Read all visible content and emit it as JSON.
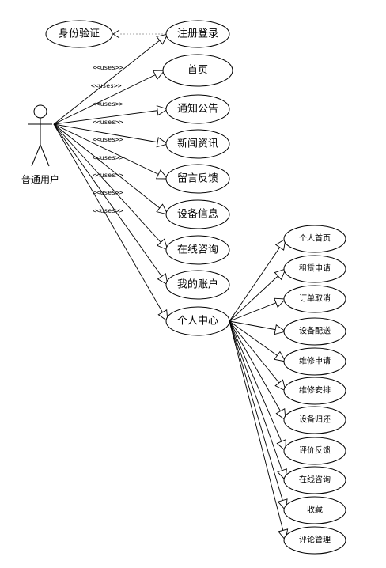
{
  "actor": {
    "label": "普通用户"
  },
  "stereotype": "<<uses>>",
  "verify_case": {
    "label": "身份验证"
  },
  "main_cases": [
    {
      "label": "注册登录"
    },
    {
      "label": "首页"
    },
    {
      "label": "通知公告"
    },
    {
      "label": "新闻资讯"
    },
    {
      "label": "留言反馈"
    },
    {
      "label": "设备信息"
    },
    {
      "label": "在线咨询"
    },
    {
      "label": "我的账户"
    },
    {
      "label": "个人中心"
    }
  ],
  "sub_cases": [
    {
      "label": "个人首页"
    },
    {
      "label": "租赁申请"
    },
    {
      "label": "订单取消"
    },
    {
      "label": "设备配送"
    },
    {
      "label": "维修申请"
    },
    {
      "label": "维修安排"
    },
    {
      "label": "设备归还"
    },
    {
      "label": "评价反馈"
    },
    {
      "label": "在线咨询"
    },
    {
      "label": "收藏"
    },
    {
      "label": "评论管理"
    }
  ]
}
